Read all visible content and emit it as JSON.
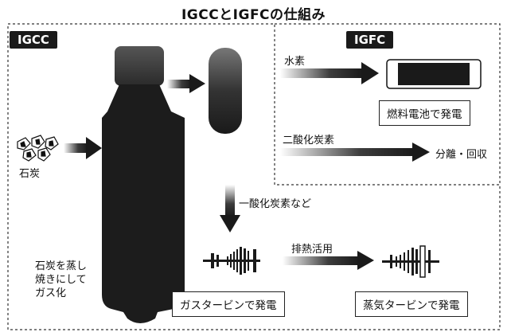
{
  "title": "IGCCとIGFCの仕組み",
  "tags": {
    "igcc": "IGCC",
    "igfc": "IGFC"
  },
  "labels": {
    "coal": "石炭",
    "hydrogen": "水素",
    "co2": "二酸化炭素",
    "separation": "分離・回収",
    "co_etc": "一酸化炭素など",
    "exhaust_heat": "排熱活用",
    "gasify": [
      "石炭を蒸し",
      "焼きにして",
      "ガス化"
    ]
  },
  "boxes": {
    "fuel_cell": "燃料電池で発電",
    "gas_turbine": "ガスタービンで発電",
    "steam_turbine": "蒸気タービンで発電"
  },
  "colors": {
    "ink": "#1a1a1a",
    "dash": "#333333"
  }
}
